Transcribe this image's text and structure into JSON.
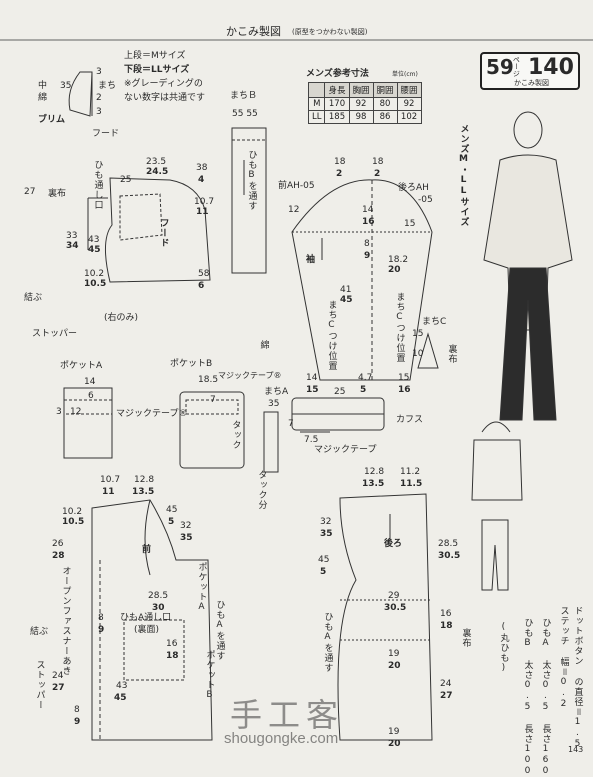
{
  "header": {
    "title": "かこみ製図",
    "subtitle": "(原型をつかわない製図)",
    "page_number": "59",
    "page_word": "ページ",
    "item_number": "140",
    "box_caption": "かこみ製図"
  },
  "legend": {
    "line1": "上段＝Mサイズ",
    "line2": "下段＝LLサイズ",
    "line3": "※グレーディングの",
    "line4": "ない数字は共通です"
  },
  "size_table": {
    "title": "メンズ参考寸法",
    "unit": "単位(cm)",
    "headers": [
      "",
      "身長",
      "胸囲",
      "胴囲",
      "腰囲"
    ],
    "rows": [
      [
        "M",
        "170",
        "92",
        "80",
        "92"
      ],
      [
        "LL",
        "185",
        "98",
        "86",
        "102"
      ]
    ]
  },
  "model_caption": "メンズM・LLサイズ",
  "labels": {
    "brim": "ブリム",
    "hood": "フード",
    "naka": "中",
    "cloth": "綿",
    "ura": "裏布",
    "machi": "まち",
    "machiB": "まちＢ",
    "machiA": "まちA",
    "machiC": "まちC",
    "himo_dooshi": "ひも通し口",
    "sode": "袖",
    "mae_ah": "前AH-05",
    "ushiro_ah": "後ろAH",
    "ushiro_ah2": "-05",
    "machiC_tsuke": "まちCつけ位置",
    "cuffs": "カフス",
    "magic_tape": "マジックテープ",
    "pocketA": "ポケットA",
    "pocketB": "ポケットB",
    "stopper": "ストッパー",
    "musubu": "結ぶ",
    "magic_tapeB": "マジックテープ®",
    "mae": "前",
    "ushiro": "後ろ",
    "open_fastener": "オープンファスナーあき",
    "pocketA_tsuke": "ポケットA",
    "pocketB_tsuke": "ポケットB",
    "himoA_dooshi": "ひもA通し口",
    "himoA_tsuke": "ひもAを通す",
    "himoB_tsuke": "ひもBを通す",
    "migi_no_mi": "(右のみ)",
    "tuck": "タック",
    "tuck_bun": "タック分",
    "ura_mae": "(裏面)",
    "hiro": "ひも"
  },
  "notes": {
    "note1": "ドットボタン の直径＝1.5",
    "note2": "ステッチ 幅＝0.2",
    "note3": "ひもA 太さ0.5 長さ160",
    "note4": "ひもB 太さ0.5 長さ100",
    "note5": "(丸ひも)"
  },
  "dims": {
    "d3a": "3",
    "d35a": "35",
    "d2a": "2",
    "d3b": "3",
    "d5555": "55 55",
    "d235": "23.5",
    "d245": "24.5",
    "d38": "38",
    "d4a": "4",
    "d27": "27",
    "d25a": "25",
    "d107": "10.7",
    "d11": "11",
    "d33": "33",
    "d34": "34",
    "d43": "43",
    "d45a": "45",
    "d102": "10.2",
    "d105": "10.5",
    "d58": "58",
    "d6a": "6",
    "d18a": "18",
    "d2b": "2",
    "d18b": "18",
    "d2c": "2",
    "d12": "12",
    "d14a": "14",
    "d16a": "16",
    "d15a": "15",
    "d8": "8",
    "d9": "9",
    "d182": "18.2",
    "d20": "20",
    "d41": "41",
    "d45b": "45",
    "d15b": "15",
    "d14b": "14",
    "d15c": "15",
    "d25b": "25",
    "d47": "4.7",
    "d5a": "5",
    "d15d": "15",
    "d16b": "16",
    "d7": "7",
    "d75": "7.5",
    "d14c": "14",
    "d6b": "6",
    "d12b": "12",
    "d3c": "3",
    "d185": "18.5",
    "d7b": "7",
    "d2d": "2",
    "d107b": "10.7",
    "d11b": "11",
    "d128": "12.8",
    "d135": "13.5",
    "d102b": "10.2",
    "d105b": "10.5",
    "d45c": "45",
    "d5b": "5",
    "d26": "26",
    "d28": "28",
    "d32a": "32",
    "d35b": "35",
    "d285a": "28.5",
    "d30": "30",
    "d16c": "16",
    "d18c": "18",
    "d8b": "8",
    "d9b": "9",
    "d24": "24",
    "d27b": "27",
    "d43b": "43",
    "d45d": "45",
    "d8c": "8",
    "d9c": "9",
    "d128b": "12.8",
    "d135b": "13.5",
    "d112": "11.2",
    "d115": "11.5",
    "d32b": "32",
    "d35c": "35",
    "d45e": "45",
    "d5c": "5",
    "d29": "29",
    "d305": "30.5",
    "d285b": "28.5",
    "d305b": "30.5",
    "d16d": "16",
    "d18d": "18",
    "d24b": "24",
    "d27c": "27",
    "d19": "19",
    "d20b": "20",
    "d19b": "19",
    "d20c": "20",
    "d10": "10",
    "d35d": "35",
    "d2e": "2"
  },
  "watermark": {
    "brand": "手工客",
    "url": "shougongke.com"
  },
  "corner_page": "143"
}
